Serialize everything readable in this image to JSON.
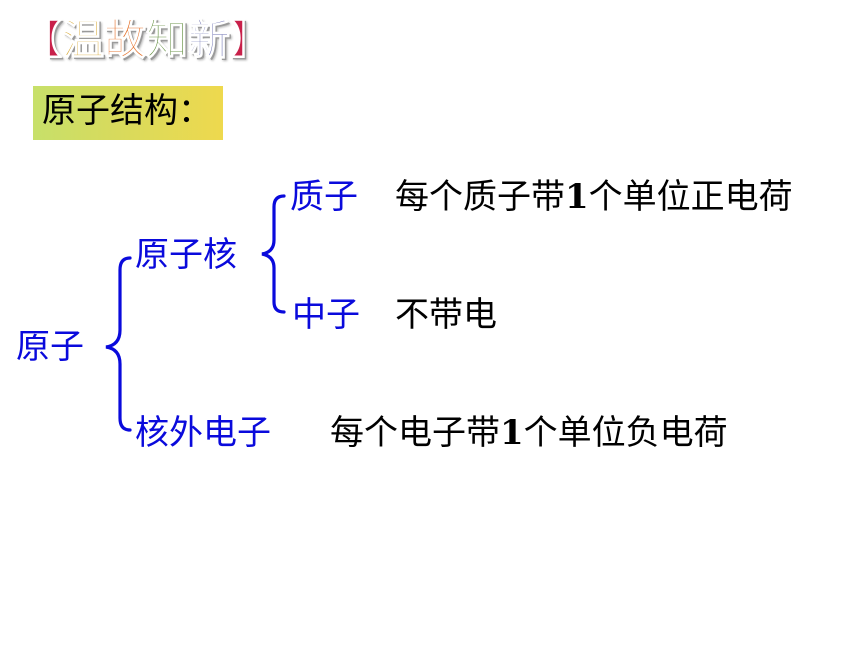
{
  "banner": {
    "open_bracket": "【",
    "chars": [
      "温",
      "故",
      "知",
      "新"
    ],
    "close_bracket": "】",
    "char_colors": [
      "#d4a020",
      "#e46a1e",
      "#5b8a36",
      "#5a5fa8"
    ],
    "bracket_color": "#c8204a"
  },
  "subtitle": "原子结构：",
  "tree": {
    "root": "原子",
    "nucleus": "原子核",
    "proton": "质子",
    "proton_desc_prefix": "每个质子带",
    "proton_desc_number": "1",
    "proton_desc_suffix": "个单位正电荷",
    "neutron": "中子",
    "neutron_desc": "不带电",
    "electron": "核外电子",
    "electron_desc_prefix": "每个电子带",
    "electron_desc_number": "1",
    "electron_desc_suffix": "个单位负电荷"
  },
  "colors": {
    "term": "#0a0adc",
    "description": "#000000",
    "brace": "#0a0adc",
    "subtitle_gradient": [
      "#c7e06a",
      "#eed94e"
    ]
  }
}
